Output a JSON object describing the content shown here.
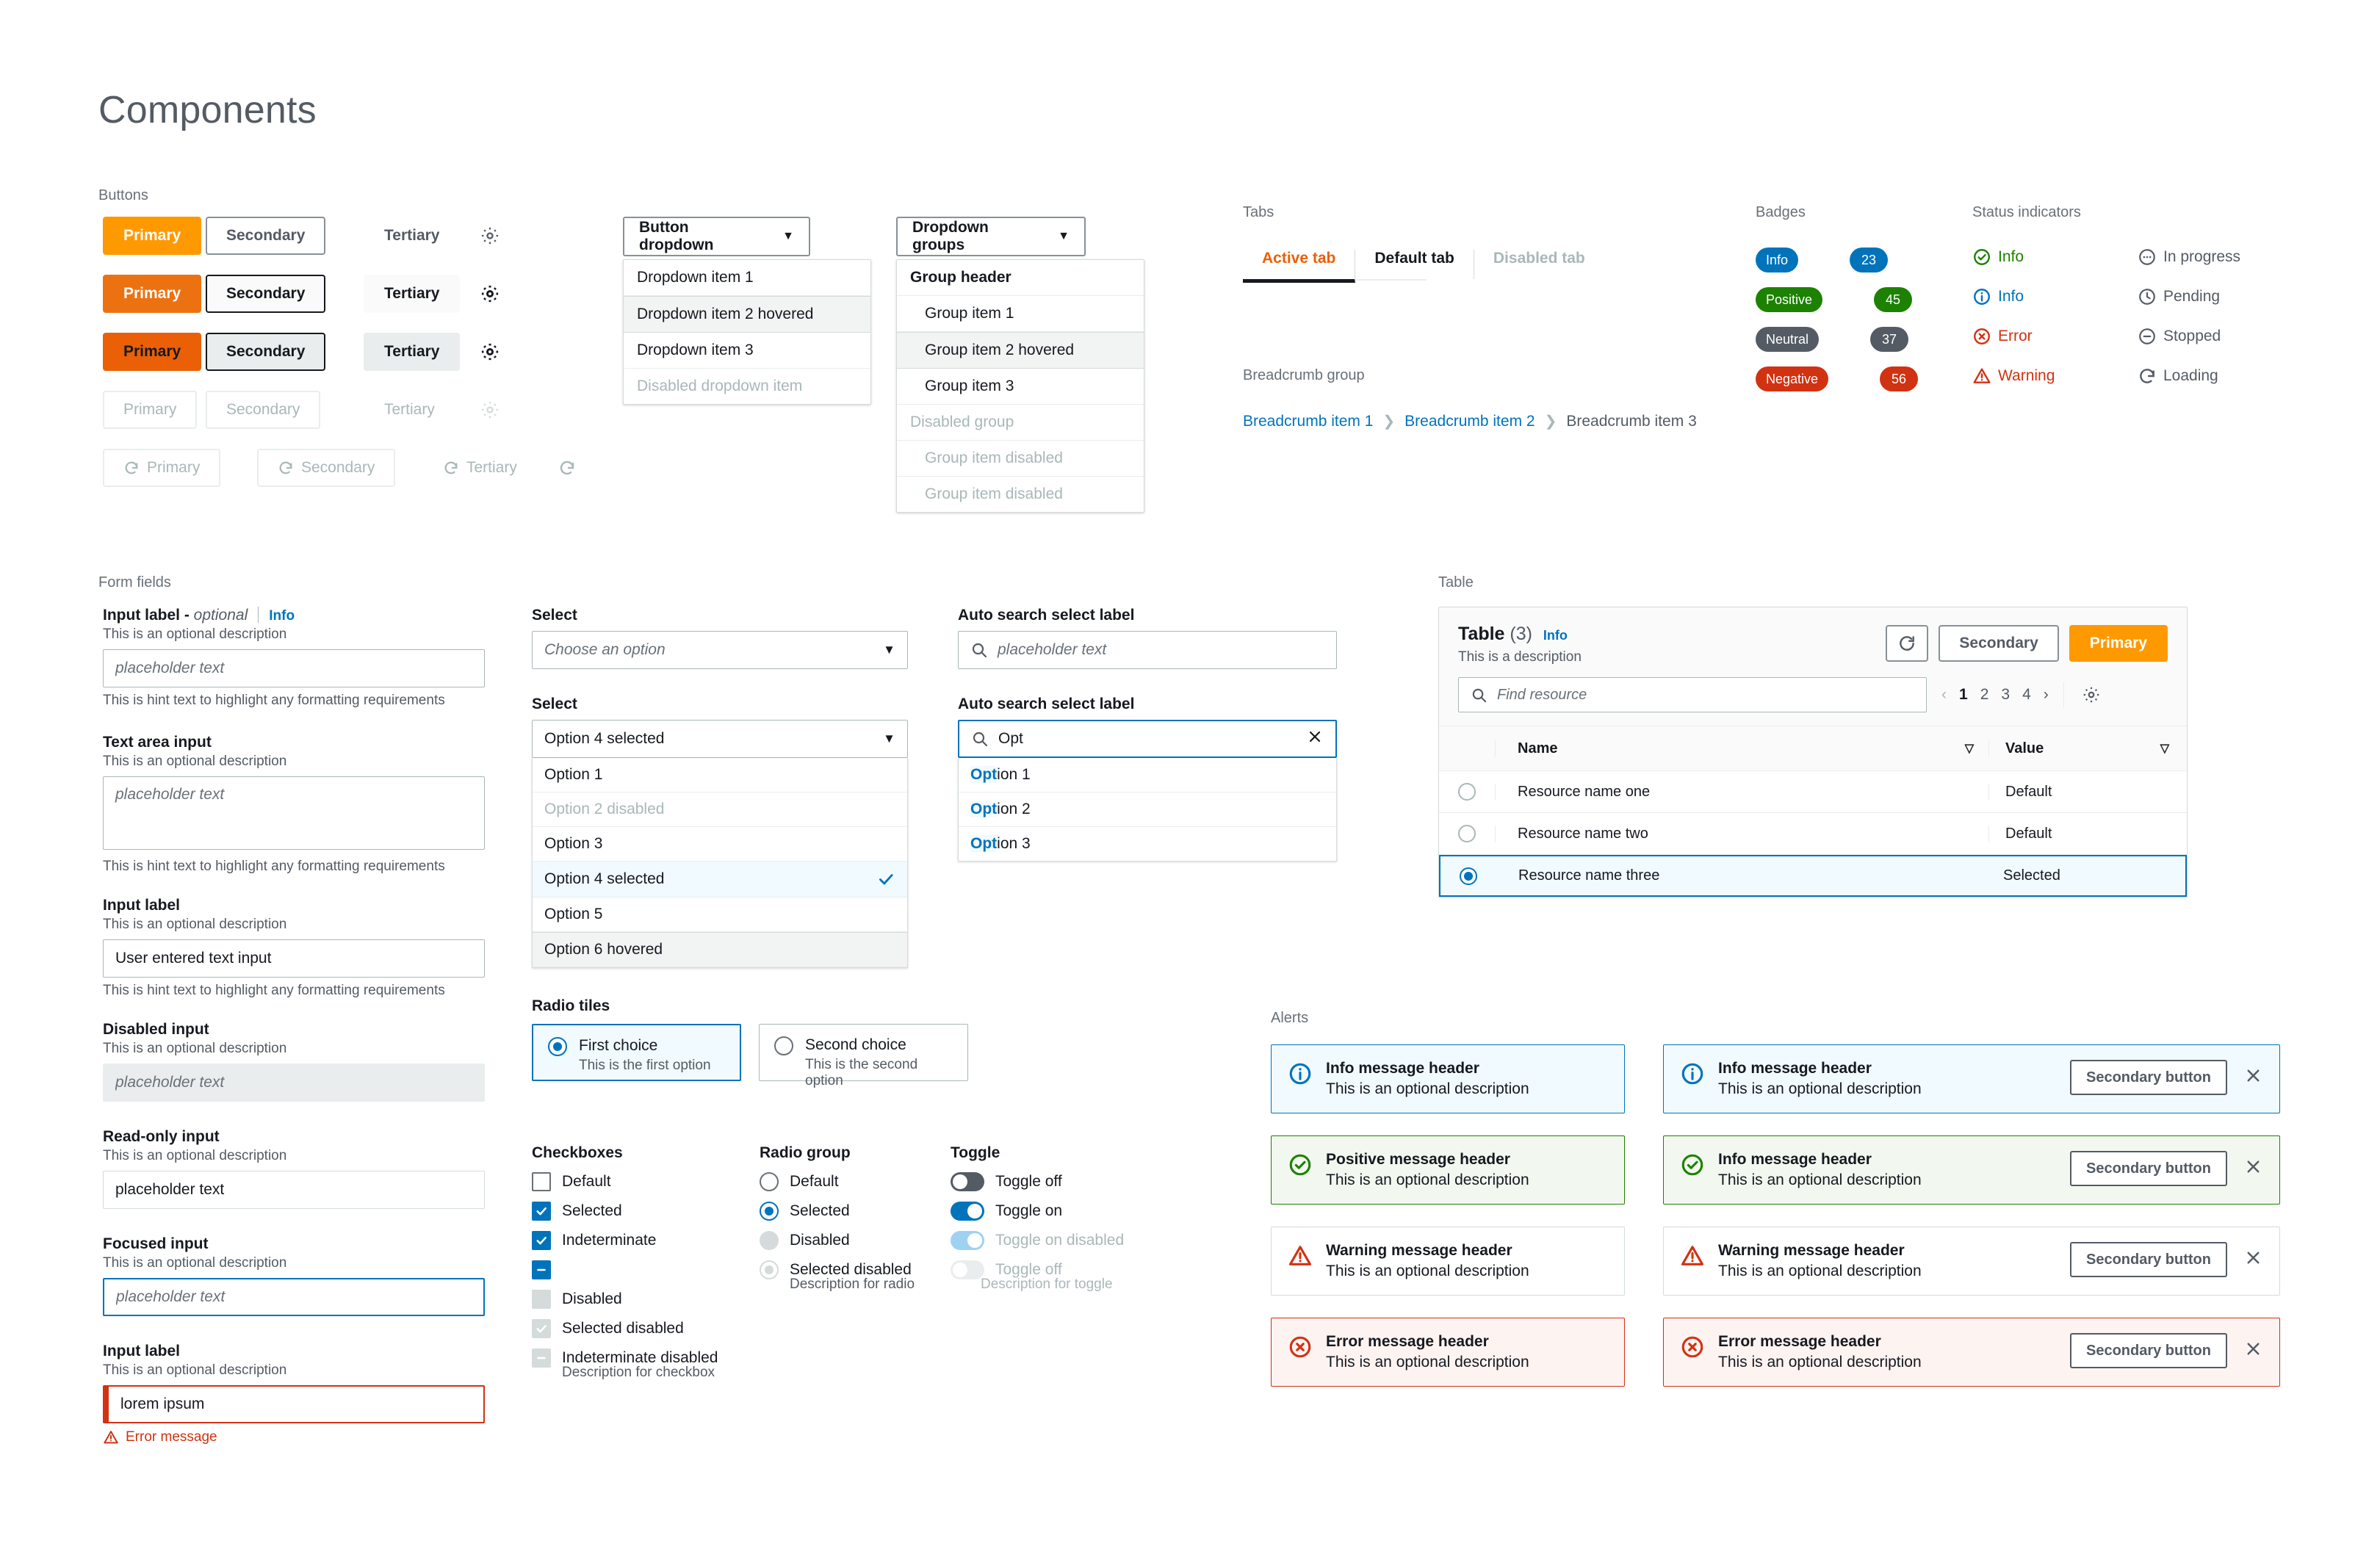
{
  "page": {
    "title": "Components"
  },
  "sections": {
    "buttons": "Buttons",
    "tabs": "Tabs",
    "breadcrumb_group": "Breadcrumb group",
    "badges": "Badges",
    "status_indicators": "Status indicators",
    "form_fields": "Form fields",
    "table": "Table",
    "alerts": "Alerts",
    "radio_tiles": "Radio tiles",
    "checkboxes": "Checkboxes",
    "radio_group": "Radio group",
    "toggle": "Toggle"
  },
  "colors": {
    "primary_default": "#ff9900",
    "primary_hover": "#ec7211",
    "primary_active": "#eb5f07",
    "link": "#0073bb",
    "error": "#d13212",
    "success": "#1d8102",
    "neutral": "#545b64"
  },
  "buttons": {
    "rows": [
      {
        "primary": "Primary",
        "secondary": "Secondary",
        "tertiary": "Tertiary"
      },
      {
        "primary": "Primary",
        "secondary": "Secondary",
        "tertiary": "Tertiary"
      },
      {
        "primary": "Primary",
        "secondary": "Secondary",
        "tertiary": "Tertiary"
      },
      {
        "primary": "Primary",
        "secondary": "Secondary",
        "tertiary": "Tertiary"
      },
      {
        "primary": "Primary",
        "secondary": "Secondary",
        "tertiary": "Tertiary"
      }
    ],
    "button_dropdown": {
      "trigger": "Button dropdown",
      "items": [
        {
          "label": "Dropdown item 1",
          "state": "default"
        },
        {
          "label": "Dropdown item 2 hovered",
          "state": "hovered"
        },
        {
          "label": "Dropdown item 3",
          "state": "default"
        },
        {
          "label": "Disabled dropdown item",
          "state": "disabled"
        }
      ]
    },
    "dropdown_groups": {
      "trigger": "Dropdown groups",
      "groups": [
        {
          "header": "Group header",
          "header_state": "default",
          "items": [
            {
              "label": "Group item 1",
              "state": "default"
            },
            {
              "label": "Group item 2 hovered",
              "state": "hovered"
            },
            {
              "label": "Group item 3",
              "state": "default"
            }
          ]
        },
        {
          "header": "Disabled group",
          "header_state": "disabled",
          "items": [
            {
              "label": "Group item disabled",
              "state": "disabled"
            },
            {
              "label": "Group item disabled",
              "state": "disabled"
            }
          ]
        }
      ]
    }
  },
  "tabs": {
    "items": [
      {
        "label": "Active tab",
        "state": "active"
      },
      {
        "label": "Default tab",
        "state": "default"
      },
      {
        "label": "Disabled tab",
        "state": "disabled"
      }
    ]
  },
  "breadcrumbs": [
    {
      "label": "Breadcrumb item 1",
      "current": false
    },
    {
      "label": "Breadcrumb item 2",
      "current": false
    },
    {
      "label": "Breadcrumb item 3",
      "current": true
    }
  ],
  "badges": [
    {
      "label": "Info",
      "count": "23",
      "color": "#0073bb"
    },
    {
      "label": "Positive",
      "count": "45",
      "color": "#1d8102"
    },
    {
      "label": "Neutral",
      "count": "37",
      "color": "#545b64"
    },
    {
      "label": "Negative",
      "count": "56",
      "color": "#d13212"
    }
  ],
  "status_indicators": {
    "left": [
      {
        "label": "Info",
        "icon": "check-circle-icon",
        "color": "#1d8102"
      },
      {
        "label": "Info",
        "icon": "info-circle-icon",
        "color": "#0073bb"
      },
      {
        "label": "Error",
        "icon": "error-circle-icon",
        "color": "#d13212"
      },
      {
        "label": "Warning",
        "icon": "warning-triangle-icon",
        "color": "#d13212"
      }
    ],
    "right": [
      {
        "label": "In progress",
        "icon": "ellipsis-circle-icon",
        "color": "#545b64"
      },
      {
        "label": "Pending",
        "icon": "clock-icon",
        "color": "#545b64"
      },
      {
        "label": "Stopped",
        "icon": "minus-circle-icon",
        "color": "#545b64"
      },
      {
        "label": "Loading",
        "icon": "spinner-icon",
        "color": "#545b64"
      }
    ]
  },
  "form_fields": [
    {
      "label": "Input label - ",
      "optional": "optional",
      "info": "Info",
      "description": "This is an optional description",
      "placeholder": "placeholder text",
      "value": "",
      "hint": "This is hint text to highlight any formatting requirements",
      "state": "default",
      "type": "input"
    },
    {
      "label": "Text area input",
      "optional": "",
      "info": "",
      "description": "This is an optional description",
      "placeholder": "placeholder text",
      "value": "",
      "hint": "This is hint text to highlight any formatting requirements",
      "state": "default",
      "type": "textarea"
    },
    {
      "label": "Input label",
      "optional": "",
      "info": "",
      "description": "This is an optional description",
      "placeholder": "",
      "value": "User entered text input",
      "hint": "This is hint text to highlight any formatting requirements",
      "state": "default",
      "type": "input"
    },
    {
      "label": "Disabled input",
      "optional": "",
      "info": "",
      "description": "This is an optional description",
      "placeholder": "placeholder text",
      "value": "",
      "hint": "",
      "state": "disabled",
      "type": "input"
    },
    {
      "label": "Read-only input",
      "optional": "",
      "info": "",
      "description": "This is an optional description",
      "placeholder": "",
      "value": "placeholder text",
      "hint": "",
      "state": "readonly",
      "type": "input"
    },
    {
      "label": "Focused input",
      "optional": "",
      "info": "",
      "description": "This is an optional description",
      "placeholder": "placeholder text",
      "value": "",
      "hint": "",
      "state": "focused",
      "type": "input"
    },
    {
      "label": "Input label",
      "optional": "",
      "info": "",
      "description": "This is an optional description",
      "placeholder": "",
      "value": "lorem ipsum",
      "error": "Error message",
      "hint": "",
      "state": "error",
      "type": "input"
    }
  ],
  "selects": {
    "first": {
      "label": "Select",
      "value": "Choose an option",
      "is_placeholder": true
    },
    "second": {
      "label": "Select",
      "value": "Option 4 selected",
      "is_placeholder": false,
      "options": [
        {
          "label": "Option 1",
          "state": "default"
        },
        {
          "label": "Option 2 disabled",
          "state": "disabled"
        },
        {
          "label": "Option 3",
          "state": "default"
        },
        {
          "label": "Option 4 selected",
          "state": "selected"
        },
        {
          "label": "Option 5",
          "state": "default"
        },
        {
          "label": "Option 6 hovered",
          "state": "hovered"
        }
      ]
    }
  },
  "auto_search": {
    "first": {
      "label": "Auto search select label",
      "placeholder": "placeholder text",
      "value": ""
    },
    "second": {
      "label": "Auto search select label",
      "value": "Opt",
      "placeholder": "",
      "options": [
        {
          "highlight": "Opt",
          "rest": "ion 1"
        },
        {
          "highlight": "Opt",
          "rest": "ion 2"
        },
        {
          "highlight": "Opt",
          "rest": "ion 3"
        }
      ]
    }
  },
  "radio_tiles": [
    {
      "title": "First choice",
      "description": "This is the first option",
      "selected": true
    },
    {
      "title": "Second choice",
      "description": "This is the second option",
      "selected": false
    }
  ],
  "checkboxes": [
    {
      "label": "Default",
      "state": "default"
    },
    {
      "label": "Selected",
      "state": "checked"
    },
    {
      "label": "Indeterminate",
      "state": "checked"
    },
    {
      "label": "",
      "state": "indeterminate"
    },
    {
      "label": "Disabled",
      "state": "disabled"
    },
    {
      "label": "Selected disabled",
      "state": "checked-disabled"
    },
    {
      "label": "Indeterminate disabled",
      "state": "indeterminate-disabled",
      "description": "Description for checkbox"
    }
  ],
  "radio_group": [
    {
      "label": "Default",
      "state": "default"
    },
    {
      "label": "Selected",
      "state": "selected"
    },
    {
      "label": "Disabled",
      "state": "disabled"
    },
    {
      "label": "Selected disabled",
      "state": "selected-disabled",
      "description": "Description for radio"
    }
  ],
  "toggles": [
    {
      "label": "Toggle off",
      "state": "off"
    },
    {
      "label": "Toggle on",
      "state": "on"
    },
    {
      "label": "Toggle on disabled",
      "state": "on-disabled"
    },
    {
      "label": "Toggle off",
      "state": "off-disabled",
      "description": "Description for toggle"
    }
  ],
  "table": {
    "title": "Table",
    "count": "(3)",
    "info": "Info",
    "description": "This is a description",
    "search_placeholder": "Find resource",
    "refresh_icon": "refresh-icon",
    "settings_icon": "gear-icon",
    "secondary_button": "Secondary",
    "primary_button": "Primary",
    "pagination": {
      "pages": [
        "1",
        "2",
        "3",
        "4"
      ],
      "current": "1"
    },
    "columns": [
      "Name",
      "Value"
    ],
    "rows": [
      {
        "name": "Resource name one",
        "value": "Default",
        "selected": false
      },
      {
        "name": "Resource name two",
        "value": "Default",
        "selected": false
      },
      {
        "name": "Resource name three",
        "value": "Selected",
        "selected": true
      }
    ]
  },
  "alerts": {
    "left": [
      {
        "header": "Info message header",
        "description": "This is an optional description",
        "type": "info",
        "icon": "info-circle-icon"
      },
      {
        "header": "Positive message header",
        "description": "This is an optional description",
        "type": "positive",
        "icon": "check-circle-icon"
      },
      {
        "header": "Warning message header",
        "description": "This is an optional description",
        "type": "warning",
        "icon": "warning-triangle-icon"
      },
      {
        "header": "Error message header",
        "description": "This is an optional description",
        "type": "error",
        "icon": "error-circle-icon"
      }
    ],
    "right": [
      {
        "header": "Info message header",
        "description": "This is an optional description",
        "type": "info",
        "icon": "info-circle-icon",
        "button": "Secondary button"
      },
      {
        "header": "Info message header",
        "description": "This is an optional description",
        "type": "positive",
        "icon": "check-circle-icon",
        "button": "Secondary button"
      },
      {
        "header": "Warning message header",
        "description": "This is an optional description",
        "type": "warning",
        "icon": "warning-triangle-icon",
        "button": "Secondary button"
      },
      {
        "header": "Error message header",
        "description": "This is an optional description",
        "type": "error",
        "icon": "error-circle-icon",
        "button": "Secondary button"
      }
    ]
  }
}
